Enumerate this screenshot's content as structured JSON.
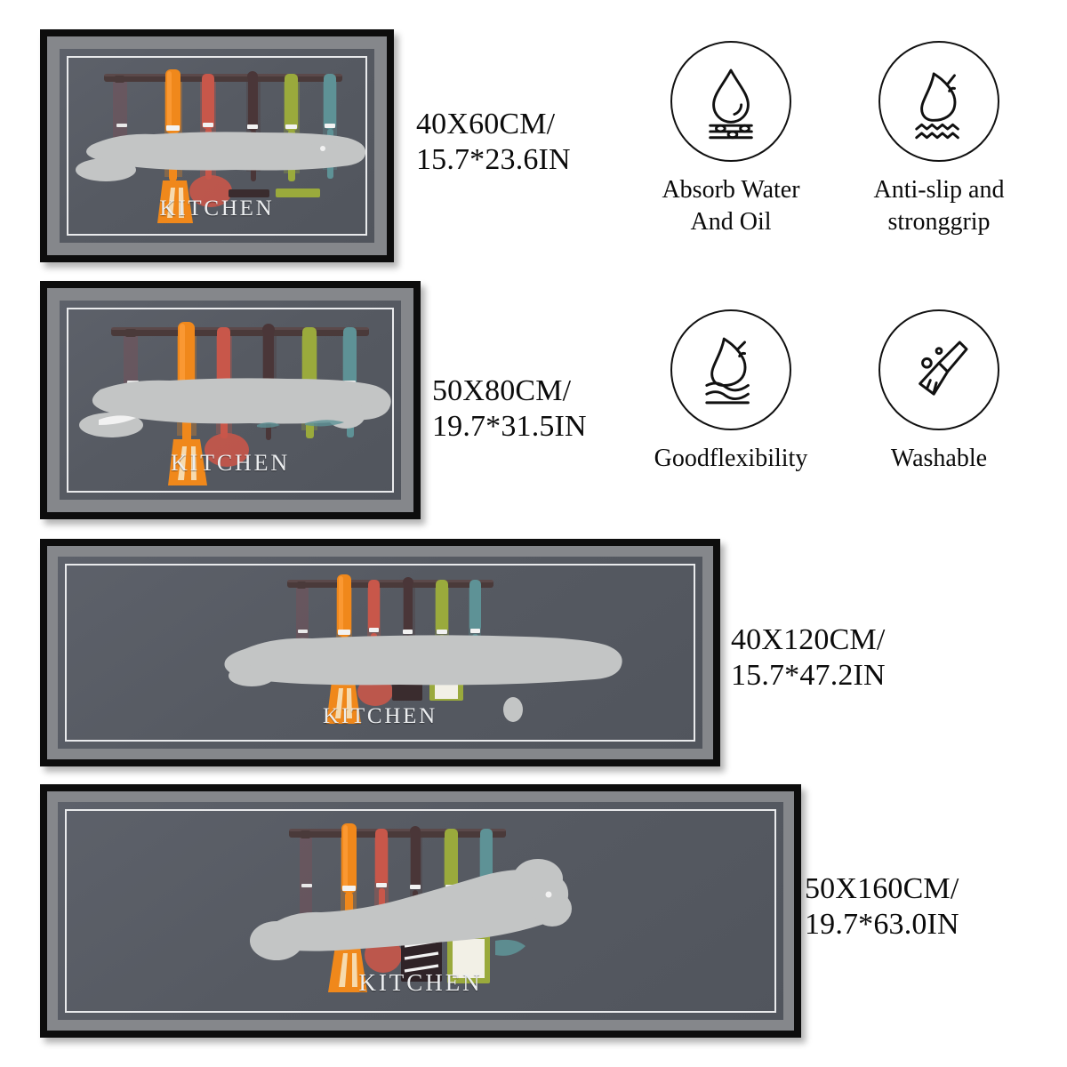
{
  "page": {
    "background": "#ffffff",
    "accent_dark": "#0d0d0d",
    "mat_field": "#575b63",
    "mat_band": "#85878b"
  },
  "products": [
    {
      "id": "mat-40x60",
      "size_cm": "40X60CM/",
      "size_in": "15.7*23.6IN",
      "mat_word": "KITCHEN"
    },
    {
      "id": "mat-50x80",
      "size_cm": "50X80CM/",
      "size_in": "19.7*31.5IN",
      "mat_word": "KITCHEN"
    },
    {
      "id": "mat-40x120",
      "size_cm": "40X120CM/",
      "size_in": "15.7*47.2IN",
      "mat_word": "KITCHEN"
    },
    {
      "id": "mat-50x160",
      "size_cm": "50X160CM/",
      "size_in": "19.7*63.0IN",
      "mat_word": "KITCHEN"
    }
  ],
  "features": [
    {
      "icon": "water-drop-icon",
      "label": "Absorb Water\nAnd Oil"
    },
    {
      "icon": "foot-waves-icon",
      "label": "Anti-slip and\nstronggrip"
    },
    {
      "icon": "foot-cushion-icon",
      "label": "Goodflexibility"
    },
    {
      "icon": "brush-dust-icon",
      "label": "Washable"
    }
  ],
  "artwork": {
    "rail_color": "#4a3a3a",
    "utensil_colors": [
      "#f0881b",
      "#c8574a",
      "#4a3638",
      "#9aaa3c",
      "#5e9296"
    ],
    "spatula_color": "#f0881b",
    "board_color": "#f2f0e6",
    "grater_color": "#2f2327",
    "censor_color": "#c3c5c5"
  }
}
